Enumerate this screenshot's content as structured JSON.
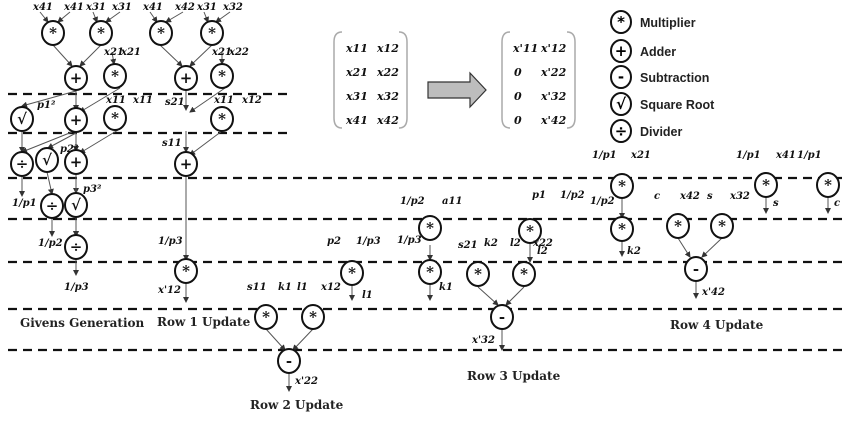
{
  "title": "",
  "legend": [
    {
      "symbol": "*",
      "label": "Multiplier"
    },
    {
      "symbol": "+",
      "label": "Adder"
    },
    {
      "symbol": "-",
      "label": "Subtraction"
    },
    {
      "symbol": "√",
      "label": "Square Root"
    },
    {
      "symbol": "÷",
      "label": "Divider"
    }
  ],
  "matrix_before": [
    [
      "x11",
      "x12"
    ],
    [
      "x21",
      "x22"
    ],
    [
      "x31",
      "x32"
    ],
    [
      "x41",
      "x42"
    ]
  ],
  "matrix_after": [
    [
      "x'11",
      "x'12"
    ],
    [
      "0",
      "x'22"
    ],
    [
      "0",
      "x'32"
    ],
    [
      "0",
      "x'42"
    ]
  ],
  "sections": {
    "givens": "Givens  Generation",
    "row1": "Row 1 Update",
    "row2": "Row 2 Update",
    "row3": "Row 3 Update",
    "row4": "Row 4 Update"
  },
  "labels": {
    "x41": "x41",
    "x31": "x31",
    "x42": "x42",
    "x32": "x32",
    "x21": "x21",
    "x22": "x22",
    "x11": "x11",
    "x12": "x12",
    "p1sq": "p1²",
    "p2sq": "p2²",
    "p3sq": "p3²",
    "inv_p1": "1/p1",
    "inv_p2": "1/p2",
    "inv_p3": "1/p3",
    "s21": "s21",
    "s11": "s11",
    "x12p": "x'12",
    "p2": "p2",
    "l1": "l1",
    "k1": "k1",
    "x22p": "x'22",
    "a11": "a11",
    "k2": "k2",
    "l2": "l2",
    "p1": "p1",
    "x32p": "x'32",
    "c": "c",
    "s": "s",
    "x42p": "x'42"
  }
}
